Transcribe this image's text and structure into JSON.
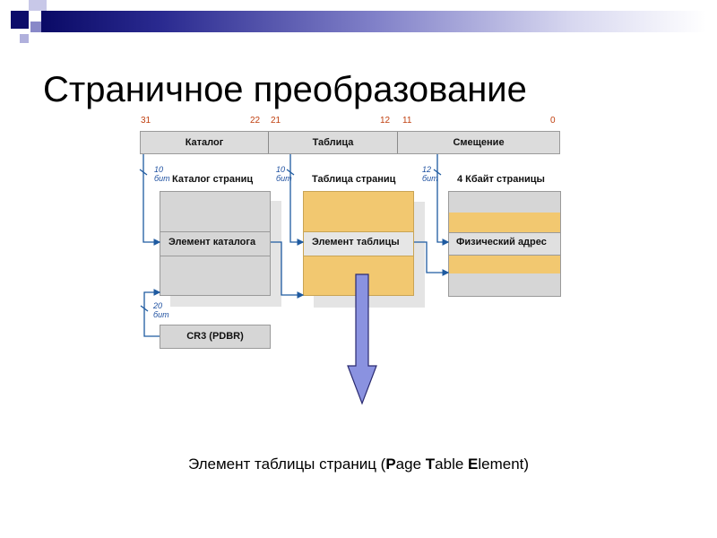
{
  "slide": {
    "title": "Страничное преобразование"
  },
  "address": {
    "bit_numbers": [
      "31",
      "22",
      "21",
      "12",
      "11",
      "0"
    ],
    "fields": [
      "Каталог",
      "Таблица",
      "Смещение"
    ]
  },
  "bit_widths": [
    {
      "num": "10",
      "unit": "бит"
    },
    {
      "num": "10",
      "unit": "бит"
    },
    {
      "num": "12",
      "unit": "бит"
    },
    {
      "num": "20",
      "unit": "бит"
    }
  ],
  "structures": {
    "directory": {
      "header": "Каталог страниц",
      "entry": "Элемент каталога"
    },
    "table": {
      "header": "Таблица страниц",
      "entry": "Элемент таблицы"
    },
    "page": {
      "header": "4 Кбайт страницы",
      "entry": "Физический адрес"
    },
    "cr3": "CR3 (PDBR)"
  },
  "caption": {
    "pre": "Элемент таблицы страниц (",
    "p_bold": "P",
    "p_rest": "age ",
    "t_bold": "T",
    "t_rest": "able ",
    "e_bold": "E",
    "e_rest": "lement)"
  },
  "colors": {
    "gray_block": "#d6d6d6",
    "gold_block": "#f2c870",
    "line_blue": "#1e5aa0",
    "arrow_blue": "#8a92e0",
    "bitnum_orange": "#c04010"
  }
}
